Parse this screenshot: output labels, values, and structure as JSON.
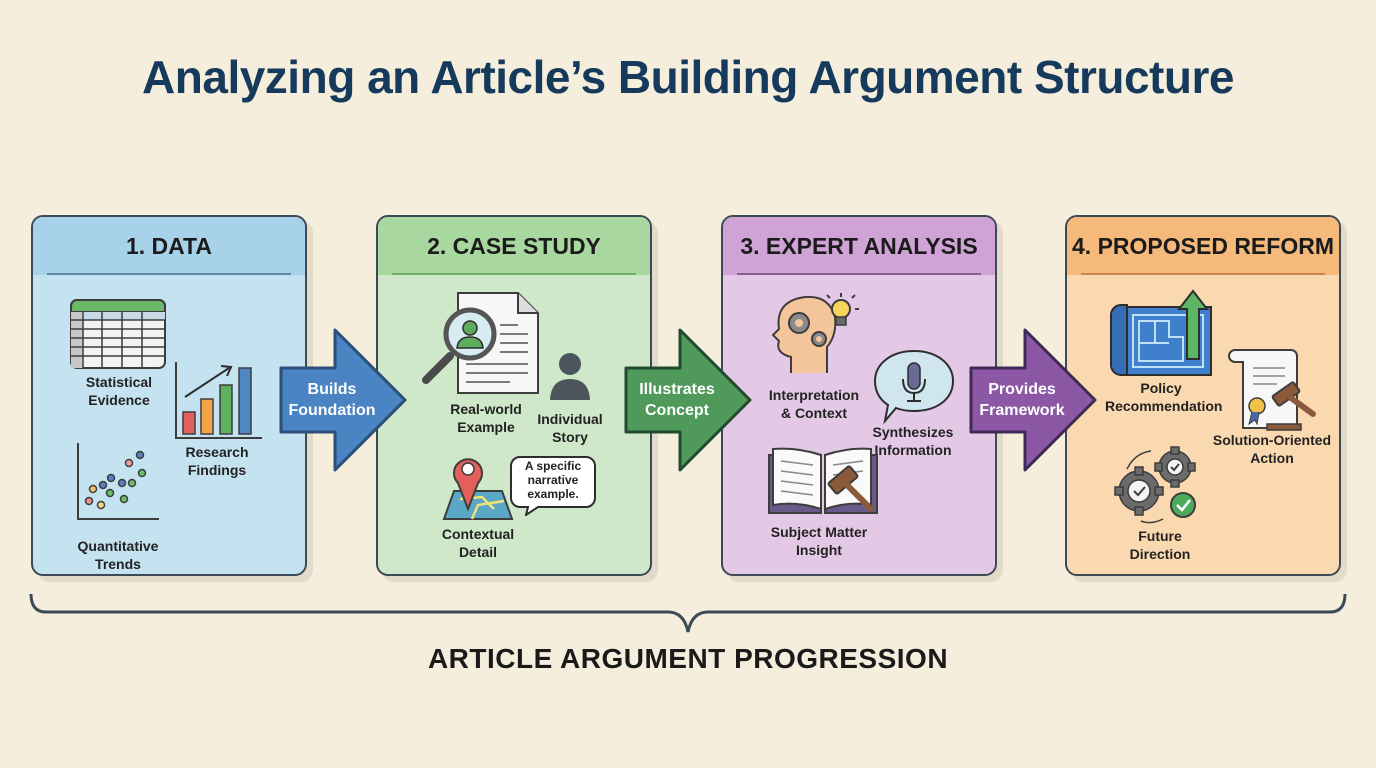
{
  "title": "Analyzing an Article’s Building Argument Structure",
  "colors": {
    "title": "#163a5c",
    "data_panel": "#c5e2f0",
    "case_panel": "#cfe8c9",
    "expert_panel": "#e3c9e6",
    "reform_panel": "#fbd9b0",
    "arrow_blue": "#4a84c2",
    "arrow_green": "#4f9a5a",
    "arrow_purple": "#8c58a5"
  },
  "panels": [
    {
      "heading": "1. DATA",
      "items": [
        {
          "icon": "spreadsheet-icon",
          "label_line1": "Statistical",
          "label_line2": "Evidence"
        },
        {
          "icon": "bar-chart-icon",
          "label_line1": "Research",
          "label_line2": "Findings"
        },
        {
          "icon": "scatter-plot-icon",
          "label_line1": "Quantitative",
          "label_line2": "Trends"
        }
      ]
    },
    {
      "heading": "2. CASE STUDY",
      "items": [
        {
          "icon": "document-magnifier-icon",
          "label_line1": "Real-world",
          "label_line2": "Example"
        },
        {
          "icon": "person-icon",
          "label_line1": "Individual",
          "label_line2": "Story"
        },
        {
          "icon": "map-pin-icon",
          "label_line1": "Contextual",
          "label_line2": "Detail"
        }
      ],
      "speech_bubble": {
        "line1": "A specific",
        "line2": "narrative",
        "line3": "example."
      }
    },
    {
      "heading": "3. EXPERT ANALYSIS",
      "items": [
        {
          "icon": "head-gears-lightbulb-icon",
          "label_line1": "Interpretation",
          "label_line2": "& Context"
        },
        {
          "icon": "microphone-bubble-icon",
          "label_line1": "Synthesizes",
          "label_line2": "Information"
        },
        {
          "icon": "book-gavel-icon",
          "label_line1": "Subject Matter",
          "label_line2": "Insight"
        }
      ]
    },
    {
      "heading": "4. PROPOSED REFORM",
      "items": [
        {
          "icon": "blueprint-arrow-icon",
          "label_line1": "Policy",
          "label_line2": "Recommendation"
        },
        {
          "icon": "certificate-gavel-icon",
          "label_line1": "Solution-Oriented",
          "label_line2": "Action"
        },
        {
          "icon": "gears-check-icon",
          "label_line1": "Future",
          "label_line2": "Direction"
        }
      ]
    }
  ],
  "arrows": [
    {
      "line1": "Builds",
      "line2": "Foundation"
    },
    {
      "line1": "Illustrates",
      "line2": "Concept"
    },
    {
      "line1": "Provides",
      "line2": "Framework"
    }
  ],
  "footer": "ARTICLE ARGUMENT PROGRESSION"
}
